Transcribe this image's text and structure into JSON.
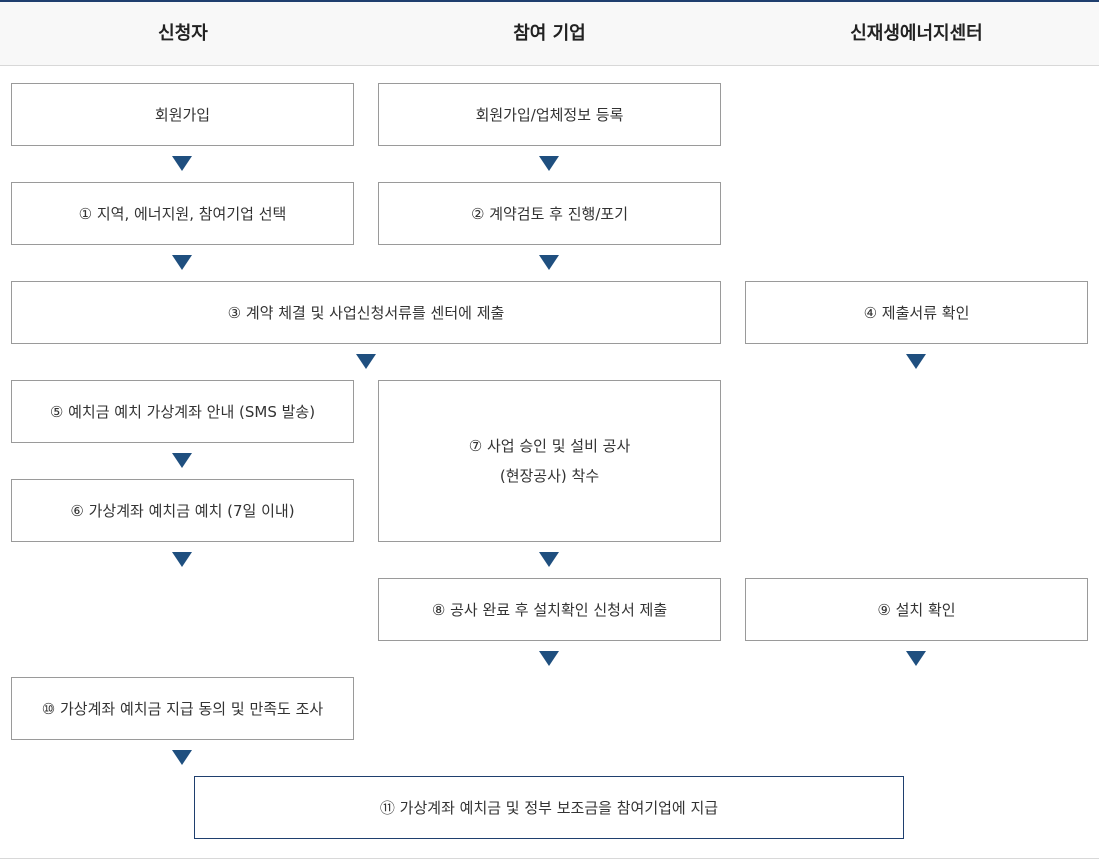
{
  "columns": {
    "applicant": "신청자",
    "company": "참여 기업",
    "center": "신재생에너지센터"
  },
  "steps": {
    "signup": "회원가입",
    "company_signup": "회원가입/업체정보 등록",
    "s1": "① 지역, 에너지원, 참여기업 선택",
    "s2": "② 계약검토 후 진행/포기",
    "s3": "③ 계약 체결 및 사업신청서류를 센터에 제출",
    "s4": "④ 제출서류 확인",
    "s5": "⑤ 예치금 예치 가상계좌 안내 (SMS 발송)",
    "s6": "⑥ 가상계좌 예치금 예치 (7일 이내)",
    "s7_line1": "⑦ 사업 승인 및 설비 공사",
    "s7_line2": "(현장공사) 착수",
    "s8": "⑧ 공사 완료 후 설치확인 신청서 제출",
    "s9": "⑨ 설치 확인",
    "s10": "⑩ 가상계좌 예치금 지급 동의 및 만족도 조사",
    "s11": "⑪ 가상계좌 예치금 및 정부 보조금을 참여기업에 지급"
  },
  "colors": {
    "accent": "#1f3f6e",
    "arrow": "#1f4f7f",
    "box_border": "#9a9a9a"
  }
}
